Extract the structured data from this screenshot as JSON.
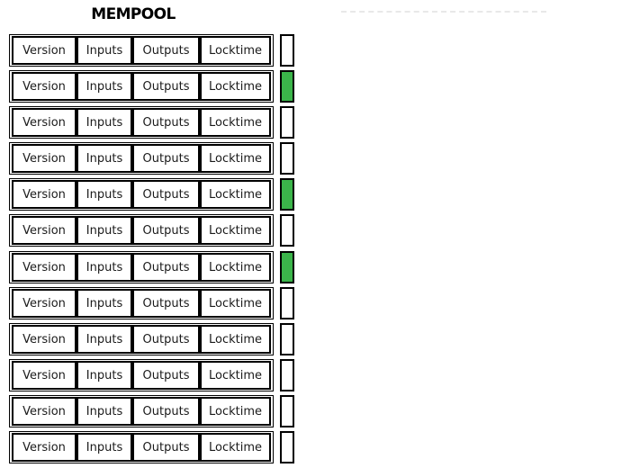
{
  "title": "MEMPOOL",
  "colors": {
    "selected_green": "#3bb54a",
    "box_border": "#000000",
    "cell_text": "#1a1a1a",
    "dashed_line": "#e8e8e8"
  },
  "transaction_fields": [
    "Version",
    "Inputs",
    "Outputs",
    "Locktime"
  ],
  "transactions": [
    {
      "selected": false
    },
    {
      "selected": true
    },
    {
      "selected": false
    },
    {
      "selected": false
    },
    {
      "selected": true
    },
    {
      "selected": false
    },
    {
      "selected": true
    },
    {
      "selected": false
    },
    {
      "selected": false
    },
    {
      "selected": false
    },
    {
      "selected": false
    },
    {
      "selected": false
    }
  ]
}
